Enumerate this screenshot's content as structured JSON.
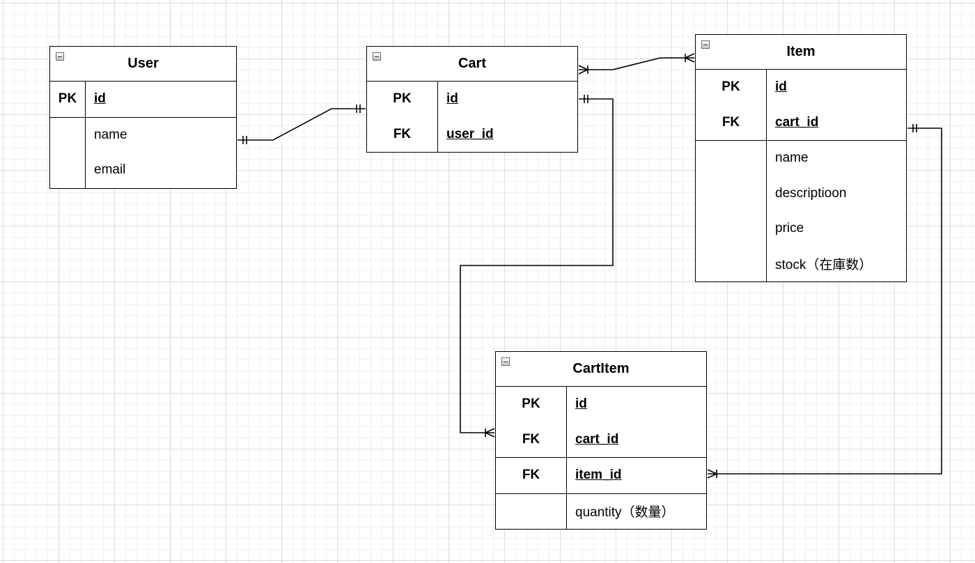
{
  "entities": {
    "user": {
      "title": "User",
      "sections": [
        [
          {
            "key": "PK",
            "name": "id",
            "is_key": true
          }
        ],
        [
          {
            "key": "",
            "name": "name",
            "is_key": false
          },
          {
            "key": "",
            "name": "email",
            "is_key": false
          }
        ]
      ]
    },
    "cart": {
      "title": "Cart",
      "sections": [
        [
          {
            "key": "PK",
            "name": "id",
            "is_key": true
          },
          {
            "key": "FK",
            "name": "user_id",
            "is_key": true
          }
        ]
      ]
    },
    "item": {
      "title": "Item",
      "sections": [
        [
          {
            "key": "PK",
            "name": "id",
            "is_key": true
          },
          {
            "key": "FK",
            "name": "cart_id",
            "is_key": true
          }
        ],
        [
          {
            "key": "",
            "name": "name",
            "is_key": false
          },
          {
            "key": "",
            "name": "descriptioon",
            "is_key": false
          },
          {
            "key": "",
            "name": "price",
            "is_key": false
          },
          {
            "key": "",
            "name": "stock（在庫数）",
            "is_key": false
          }
        ]
      ]
    },
    "cartitem": {
      "title": "CartItem",
      "sections": [
        [
          {
            "key": "PK",
            "name": "id",
            "is_key": true
          },
          {
            "key": "FK",
            "name": "cart_id",
            "is_key": true
          }
        ],
        [
          {
            "key": "FK",
            "name": "item_id",
            "is_key": true
          }
        ],
        [
          {
            "key": "",
            "name": "quantity（数量）",
            "is_key": false
          }
        ]
      ]
    }
  },
  "relationships": [
    {
      "from": "user.name",
      "to": "cart.id",
      "from_end": "one-and-only-one",
      "to_end": "one-and-only-one"
    },
    {
      "from": "cart.header",
      "to": "item.header",
      "from_end": "one-or-many",
      "to_end": "one-or-many"
    },
    {
      "from": "cart.id",
      "to": "cartitem.cart_id",
      "from_end": "one-and-only-one",
      "to_end": "one-or-many"
    },
    {
      "from": "item.cart_id",
      "to": "cartitem.item_id",
      "from_end": "one-and-only-one",
      "to_end": "one-or-many"
    }
  ]
}
